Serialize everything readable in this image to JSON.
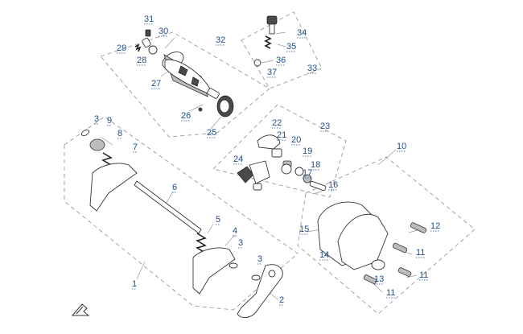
{
  "callouts": [
    {
      "id": "c31",
      "label": "31"
    },
    {
      "id": "c30",
      "label": "30"
    },
    {
      "id": "c29",
      "label": "29"
    },
    {
      "id": "c28",
      "label": "28"
    },
    {
      "id": "c27",
      "label": "27"
    },
    {
      "id": "c32",
      "label": "32"
    },
    {
      "id": "c26",
      "label": "26"
    },
    {
      "id": "c25",
      "label": "25"
    },
    {
      "id": "c34",
      "label": "34"
    },
    {
      "id": "c35",
      "label": "35"
    },
    {
      "id": "c36",
      "label": "36"
    },
    {
      "id": "c37",
      "label": "37"
    },
    {
      "id": "c33",
      "label": "33"
    },
    {
      "id": "c3a",
      "label": "3"
    },
    {
      "id": "c9",
      "label": "9"
    },
    {
      "id": "c8",
      "label": "8"
    },
    {
      "id": "c7",
      "label": "7"
    },
    {
      "id": "c6",
      "label": "6"
    },
    {
      "id": "c5",
      "label": "5"
    },
    {
      "id": "c4",
      "label": "4"
    },
    {
      "id": "c3b",
      "label": "3"
    },
    {
      "id": "c3c",
      "label": "3"
    },
    {
      "id": "c1",
      "label": "1"
    },
    {
      "id": "c2",
      "label": "2"
    },
    {
      "id": "c22",
      "label": "22"
    },
    {
      "id": "c21",
      "label": "21"
    },
    {
      "id": "c20",
      "label": "20"
    },
    {
      "id": "c23",
      "label": "23"
    },
    {
      "id": "c19",
      "label": "19"
    },
    {
      "id": "c18",
      "label": "18"
    },
    {
      "id": "c17",
      "label": "17"
    },
    {
      "id": "c24",
      "label": "24"
    },
    {
      "id": "c16",
      "label": "16"
    },
    {
      "id": "c10",
      "label": "10"
    },
    {
      "id": "c15",
      "label": "15"
    },
    {
      "id": "c12",
      "label": "12"
    },
    {
      "id": "c11a",
      "label": "11"
    },
    {
      "id": "c14",
      "label": "14"
    },
    {
      "id": "c13",
      "label": "13"
    },
    {
      "id": "c11b",
      "label": "11"
    },
    {
      "id": "c11c",
      "label": "11"
    }
  ]
}
